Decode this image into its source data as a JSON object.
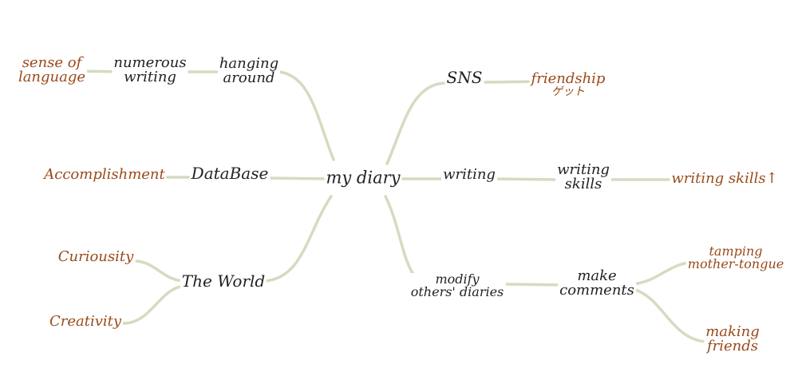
{
  "center": {
    "label": "my diary"
  },
  "left": {
    "hanging_around": {
      "line1": "hanging",
      "line2": "around"
    },
    "numerous_writing": {
      "line1": "numerous",
      "line2": "writing"
    },
    "sense_of_language": {
      "line1": "sense of",
      "line2": "language"
    },
    "database": {
      "label": "DataBase"
    },
    "accomplishment": {
      "label": "Accomplishment"
    },
    "the_world": {
      "label": "The World"
    },
    "curiosity": {
      "label": "Curiousity"
    },
    "creativity": {
      "label": "Creativity"
    }
  },
  "right": {
    "sns": {
      "label": "SNS"
    },
    "friendship": {
      "line1": "friendship",
      "line2": "ゲット"
    },
    "writing": {
      "label": "writing"
    },
    "writing_skills": {
      "line1": "writing",
      "line2": "skills"
    },
    "writing_skills_up": {
      "label": "writing skills↑"
    },
    "modify": {
      "line1": "modify",
      "line2": "others' diaries"
    },
    "make_comments": {
      "line1": "make",
      "line2": "comments"
    },
    "tamping": {
      "line1": "tamping",
      "line2": "mother-tongue"
    },
    "making_friends": {
      "line1": "making",
      "line2": "friends"
    }
  },
  "colors": {
    "branch": "#d3dcc0",
    "main_text": "#222222",
    "leaf_text": "#9a4a1a"
  }
}
